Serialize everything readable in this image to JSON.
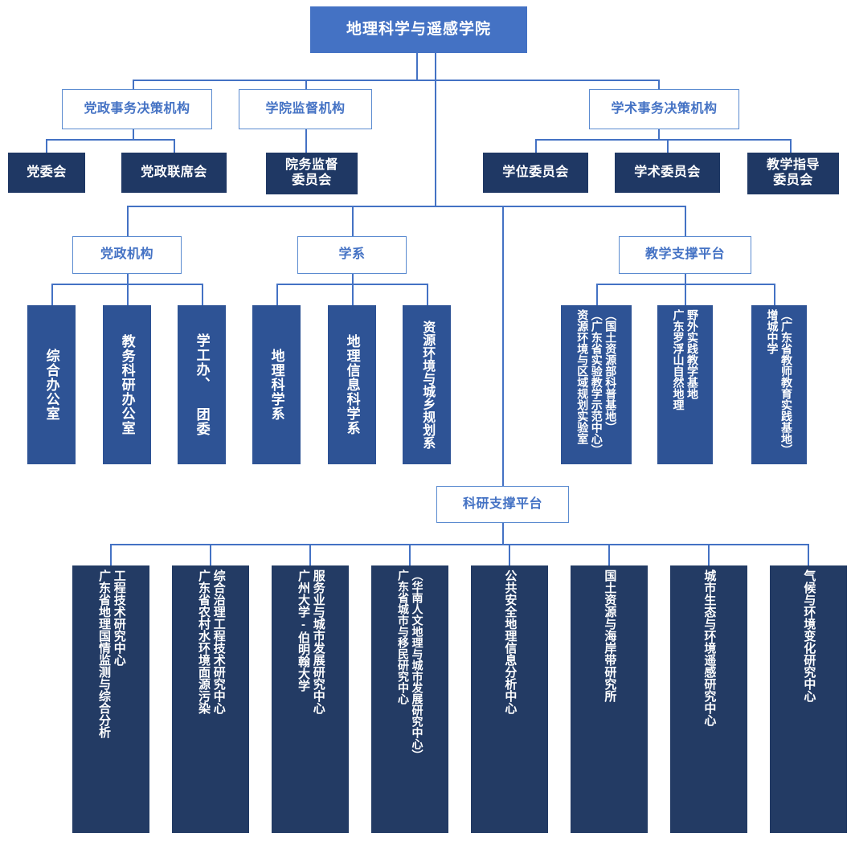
{
  "colors": {
    "root_fill": "#4472C4",
    "outline_border": "#5B8BD0",
    "outline_text": "#4472C4",
    "navy_fill": "#1F3864",
    "dept_fill": "#2E5395",
    "research_fill": "#233B64",
    "line": "#4472C4",
    "text_on_dark": "#FFFFFF"
  },
  "root": {
    "label": "地理科学与遥感学院"
  },
  "decision_groups": [
    {
      "label": "党政事务决策机构"
    },
    {
      "label": "学院监督机构"
    },
    {
      "label": "学术事务决策机构"
    }
  ],
  "committees": {
    "party_admin": [
      {
        "label": "党委会"
      },
      {
        "label": "党政联席会"
      }
    ],
    "supervision": [
      {
        "label": "院务监督\n委员会"
      }
    ],
    "academic": [
      {
        "label": "学位委员会"
      },
      {
        "label": "学术委员会"
      },
      {
        "label": "教学指导\n委员会"
      }
    ]
  },
  "mid_groups": [
    {
      "label": "党政机构"
    },
    {
      "label": "学系"
    },
    {
      "label": "教学支撑平台"
    }
  ],
  "party_admin_offices": [
    {
      "lines": [
        "综合办公室"
      ]
    },
    {
      "lines": [
        "教务科研办公室"
      ]
    },
    {
      "lines": [
        "学工办、 团委"
      ]
    }
  ],
  "departments": [
    {
      "lines": [
        "地理科学系"
      ]
    },
    {
      "lines": [
        "地理信息科学系"
      ]
    },
    {
      "lines": [
        "资源环境与城乡规划系"
      ]
    }
  ],
  "teaching_platforms": [
    {
      "lines": [
        "（国土资源部科普基地）",
        "（广东省实验教学示范中心）",
        "资源环境与区域规划实验室"
      ]
    },
    {
      "lines": [
        "野外实践教学基地",
        "广东罗浮山自然地理"
      ]
    },
    {
      "lines": [
        "（广东省教师教育实践基地）",
        "增城中学"
      ]
    }
  ],
  "research_group": {
    "label": "科研支撑平台"
  },
  "research_centers": [
    {
      "lines": [
        "工程技术研究中心",
        "广东省地理国情监测与综合分析"
      ]
    },
    {
      "lines": [
        "综合治理工程技术研究中心",
        "广东省农村水环境面源污染"
      ]
    },
    {
      "lines": [
        "服务业与城市发展研究中心",
        "广州大学-伯明翰大学"
      ]
    },
    {
      "lines": [
        "（华南人文地理与城市发展研究中心）",
        "广东省城市与移民研究中心"
      ]
    },
    {
      "lines": [
        "公共安全地理信息分析中心"
      ]
    },
    {
      "lines": [
        "国土资源与海岸带研究所"
      ]
    },
    {
      "lines": [
        "城市生态与环境遥感研究中心"
      ]
    },
    {
      "lines": [
        "气候与环境变化研究中心"
      ]
    }
  ]
}
